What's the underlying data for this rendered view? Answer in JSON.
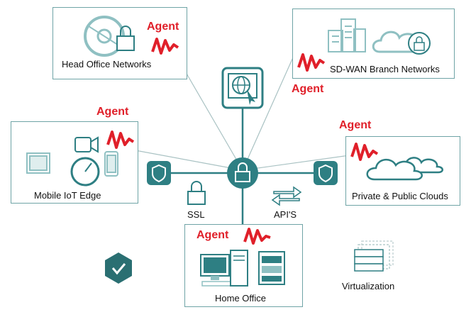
{
  "colors": {
    "teal": "#2e7f83",
    "teal_light": "#8fc0c2",
    "line": "#9bb9ba",
    "agent_red": "#e0202a",
    "check_green": "#2a6f72"
  },
  "nodes": {
    "head_office": {
      "label": "Head Office Networks",
      "agent": "Agent",
      "icons": [
        "globe-icon",
        "lock-icon",
        "agent-wave-icon"
      ]
    },
    "sdwan": {
      "label": "SD-WAN Branch Networks",
      "agent": "Agent",
      "icons": [
        "buildings-icon",
        "cloud-lock-icon",
        "agent-wave-icon"
      ]
    },
    "mobile_iot": {
      "label": "Mobile IoT Edge",
      "agent": "Agent",
      "icons": [
        "tablet-icon",
        "video-camera-icon",
        "gauge-icon",
        "phone-icon",
        "agent-wave-icon"
      ]
    },
    "clouds": {
      "label": "Private & Public Clouds",
      "agent": "Agent",
      "icons": [
        "clouds-icon",
        "agent-wave-icon"
      ]
    },
    "home_office": {
      "label": "Home Office",
      "agent": "Agent",
      "icons": [
        "desktop-computer-icon",
        "server-rack-icon",
        "agent-wave-icon"
      ]
    }
  },
  "center": {
    "icons": [
      "web-cursor-icon",
      "hub-lock-icon",
      "shield-left-icon",
      "shield-right-icon"
    ]
  },
  "connectors": {
    "ssl": "SSL",
    "apis": "API'S"
  },
  "virtualization": {
    "label": "Virtualization"
  },
  "badge": {
    "icon": "check-badge-icon"
  }
}
